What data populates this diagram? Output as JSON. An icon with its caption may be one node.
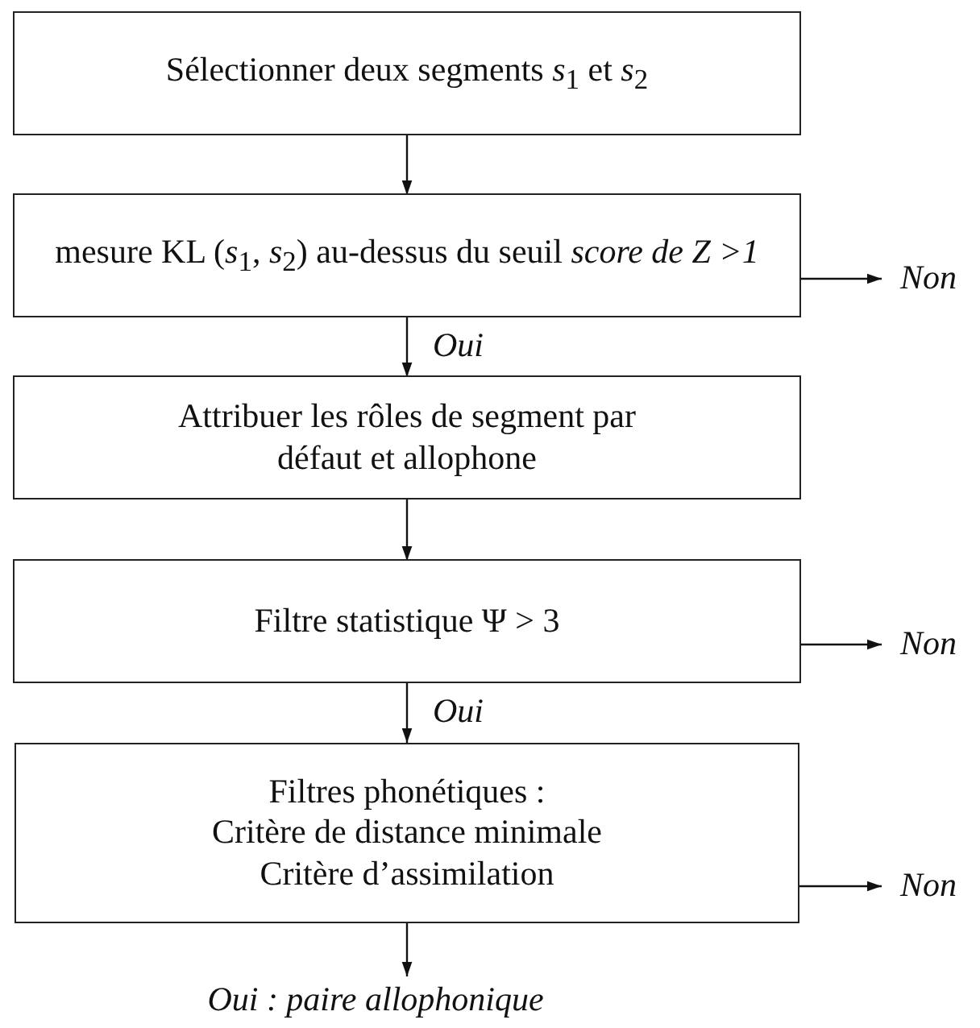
{
  "diagram": {
    "nodes": [
      {
        "text": [
          "Sélectionner deux segments *s*$_{1}$ et *s*$_{2}$"
        ]
      },
      {
        "text": [
          "mesure KL (*s*$_{1}$, *s*$_{2}$) au-dessus du seuil *score de Z >1*"
        ]
      },
      {
        "text": [
          "Attribuer les rôles de segment par défaut et allophone"
        ]
      },
      {
        "text": [
          "Filtre statistique Ψ > 3"
        ]
      },
      {
        "text": [
          "Filtres phonétiques :",
          "Critère de distance minimale",
          "Critère d’assimilation"
        ]
      },
      {
        "text": [
          "Non"
        ]
      },
      {
        "text": [
          "Non"
        ]
      },
      {
        "text": [
          "Non"
        ]
      },
      {
        "text": [
          "Oui : paire allophonique"
        ]
      }
    ],
    "edges": [
      {
        "from": 0,
        "to": 1,
        "arrow": "to"
      },
      {
        "from": 1,
        "to": 5,
        "arrow": "to"
      },
      {
        "from": 1,
        "to": 2,
        "arrow": "to",
        "label": "Oui"
      },
      {
        "from": 2,
        "to": 3,
        "arrow": "to"
      },
      {
        "from": 3,
        "to": 6,
        "arrow": "to"
      },
      {
        "from": 3,
        "to": 4,
        "arrow": "to",
        "label": "Oui"
      },
      {
        "from": 4,
        "to": 7,
        "arrow": "to"
      },
      {
        "from": 4,
        "to": 8,
        "arrow": "to"
      }
    ]
  }
}
